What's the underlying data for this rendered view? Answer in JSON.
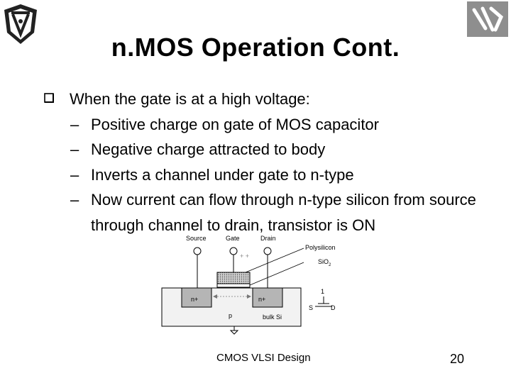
{
  "slide": {
    "title": "n.MOS Operation Cont.",
    "bullets": {
      "main": "When the gate is at a high voltage:",
      "sub": [
        "Positive charge on gate of MOS capacitor",
        "Negative charge attracted to body",
        "Inverts a channel under gate to n-type",
        "Now current can flow through n-type silicon from source through channel to drain, transistor is ON"
      ]
    },
    "footer": "CMOS VLSI Design",
    "page_number": "20"
  },
  "diagram": {
    "labels": {
      "source": "Source",
      "gate": "Gate",
      "drain": "Drain",
      "polysilicon": "Polysilicon",
      "sio2_main": "SiO",
      "sio2_sub": "2",
      "n_plus_left": "n+",
      "n_plus_right": "n+",
      "p": "p",
      "bulk": "bulk Si",
      "one": "1",
      "s": "S",
      "d": "D"
    }
  }
}
